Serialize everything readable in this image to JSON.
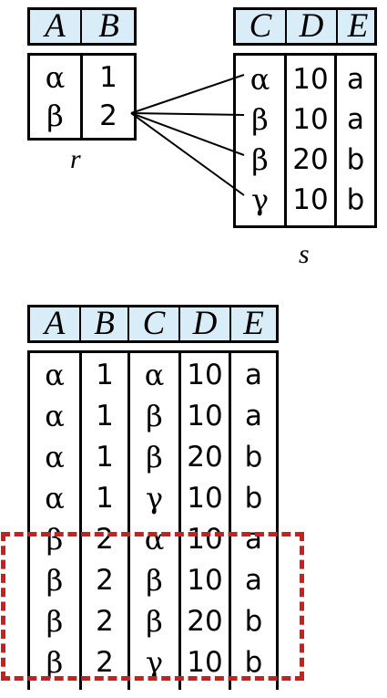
{
  "relation_r": {
    "label": "r",
    "headers": [
      "A",
      "B"
    ],
    "rows": [
      [
        "α",
        "1"
      ],
      [
        "β",
        "2"
      ]
    ]
  },
  "relation_s": {
    "label": "s",
    "headers": [
      "C",
      "D",
      "E"
    ],
    "rows": [
      [
        "α",
        "10",
        "a"
      ],
      [
        "β",
        "10",
        "a"
      ],
      [
        "β",
        "20",
        "b"
      ],
      [
        "γ",
        "10",
        "b"
      ]
    ]
  },
  "product": {
    "headers": [
      "A",
      "B",
      "C",
      "D",
      "E"
    ],
    "rows": [
      [
        "α",
        "1",
        "α",
        "10",
        "a"
      ],
      [
        "α",
        "1",
        "β",
        "10",
        "a"
      ],
      [
        "α",
        "1",
        "β",
        "20",
        "b"
      ],
      [
        "α",
        "1",
        "γ",
        "10",
        "b"
      ],
      [
        "β",
        "2",
        "α",
        "10",
        "a"
      ],
      [
        "β",
        "2",
        "β",
        "10",
        "a"
      ],
      [
        "β",
        "2",
        "β",
        "20",
        "b"
      ],
      [
        "β",
        "2",
        "γ",
        "10",
        "b"
      ]
    ]
  },
  "colors": {
    "header_fill": "#d9edf8",
    "highlight_dash": "#c81f1f"
  }
}
